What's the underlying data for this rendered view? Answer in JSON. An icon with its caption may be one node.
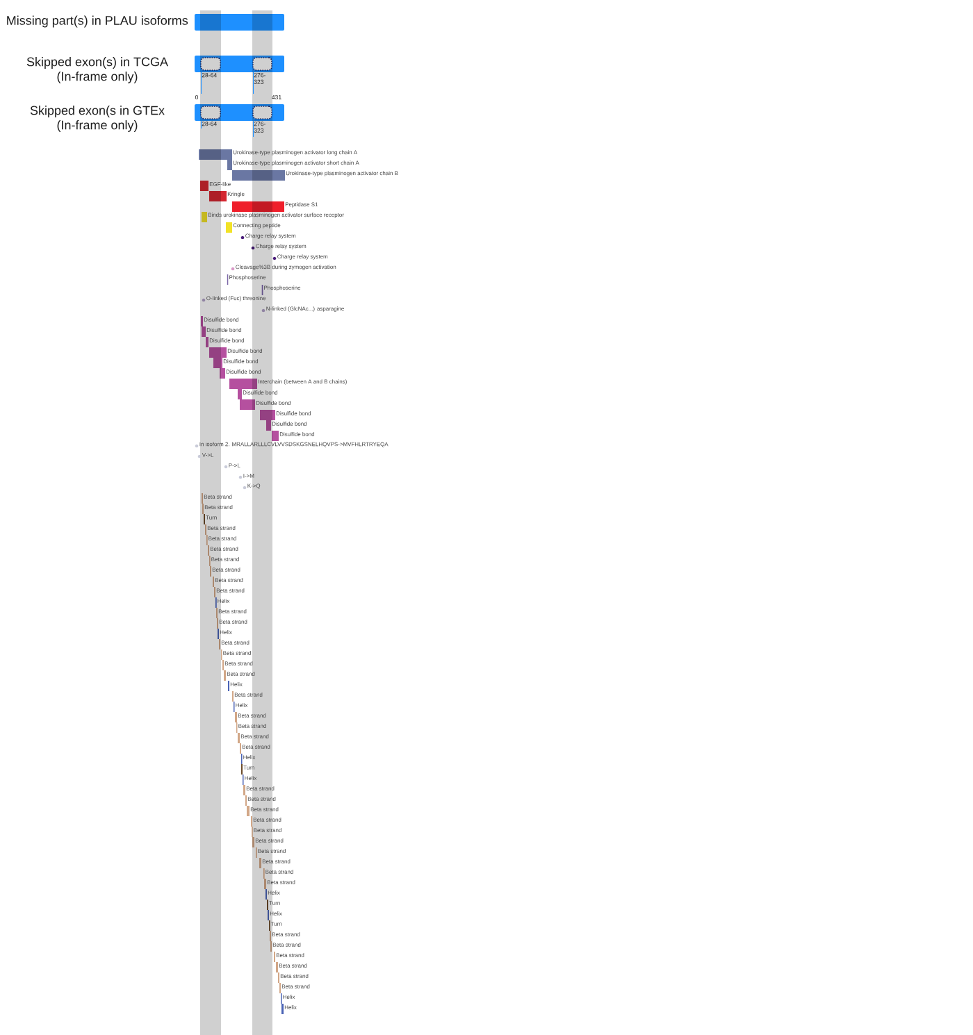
{
  "diagram": {
    "nodes": [
      {
        "text": [
          "Missing part(s) in PLAU isoforms"
        ]
      },
      {
        "text": [
          "Skipped exon(s) in TCGA (In-frame only)"
        ]
      },
      {
        "text": [],
        "shape": "box",
        "in": 1,
        "beside": [
          "28-64"
        ]
      },
      {
        "text": [],
        "shape": "box",
        "in": 1,
        "beside": [
          "276-323"
        ]
      },
      {
        "text": [
          "Skipped exon(s in GTEx (In-frame only)"
        ]
      },
      {
        "text": [],
        "shape": "box",
        "in": 4,
        "beside": [
          "28-64"
        ]
      },
      {
        "text": [],
        "shape": "box",
        "in": 4,
        "beside": [
          "276-323"
        ]
      },
      {
        "text": [],
        "shape": "bar",
        "beside": [
          "Urokinase-type plasminogen activator long chain A"
        ]
      },
      {
        "text": [],
        "shape": "bar",
        "beside": [
          "Urokinase-type plasminogen activator short chain A"
        ]
      },
      {
        "text": [],
        "shape": "bar",
        "beside": [
          "Urokinase-type plasminogen activator chain B"
        ]
      },
      {
        "text": [],
        "shape": "bar",
        "beside": [
          "EGF-like"
        ]
      },
      {
        "text": [],
        "shape": "bar",
        "beside": [
          "Kringle"
        ]
      },
      {
        "text": [],
        "shape": "bar",
        "beside": [
          "Peptidase S1"
        ]
      },
      {
        "text": [],
        "shape": "bar",
        "beside": [
          "Binds urokinase plasminogen activator surface receptor"
        ]
      },
      {
        "text": [],
        "shape": "bar",
        "beside": [
          "Connecting peptide"
        ]
      },
      {
        "text": [],
        "shape": "circle",
        "beside": [
          "Charge relay system"
        ]
      },
      {
        "text": [],
        "shape": "circle",
        "beside": [
          "Charge relay system"
        ]
      },
      {
        "text": [],
        "shape": "circle",
        "beside": [
          "Charge relay system"
        ]
      },
      {
        "text": [],
        "shape": "circle",
        "beside": [
          "Cleavage%3B during zymogen activation"
        ]
      },
      {
        "text": [],
        "shape": "bar",
        "beside": [
          "Phosphoserine"
        ]
      },
      {
        "text": [],
        "shape": "bar",
        "beside": [
          "Phosphoserine"
        ]
      },
      {
        "text": [],
        "shape": "circle",
        "beside": [
          "O-linked (Fuc) threonine"
        ]
      },
      {
        "text": [],
        "shape": "circle",
        "beside": [
          "N-linked (GlcNAc...) asparagine"
        ]
      },
      {
        "text": [],
        "shape": "bar",
        "beside": [
          "Disulfide bond"
        ]
      },
      {
        "text": [],
        "shape": "bar",
        "beside": [
          "Disulfide bond"
        ]
      },
      {
        "text": [],
        "shape": "bar",
        "beside": [
          "Disulfide bond"
        ]
      },
      {
        "text": [],
        "shape": "bar",
        "beside": [
          "Disulfide bond"
        ]
      },
      {
        "text": [],
        "shape": "bar",
        "beside": [
          "Disulfide bond"
        ]
      },
      {
        "text": [],
        "shape": "bar",
        "beside": [
          "Disulfide bond"
        ]
      },
      {
        "text": [],
        "shape": "bar",
        "beside": [
          "Interchain (between A and B chains)"
        ]
      },
      {
        "text": [],
        "shape": "bar",
        "beside": [
          "Disulfide bond"
        ]
      },
      {
        "text": [],
        "shape": "bar",
        "beside": [
          "Disulfide bond"
        ]
      },
      {
        "text": [],
        "shape": "bar",
        "beside": [
          "Disulfide bond"
        ]
      },
      {
        "text": [],
        "shape": "bar",
        "beside": [
          "Disulfide bond"
        ]
      },
      {
        "text": [],
        "shape": "bar",
        "beside": [
          "Disulfide bond"
        ]
      },
      {
        "text": [],
        "shape": "circle",
        "beside": [
          "In isoform 2. MRALLARLLLCVLVVSDSKGSNELHQVPS->MVFHLRTRYEQA"
        ]
      },
      {
        "text": [],
        "shape": "circle",
        "beside": [
          "V->L"
        ]
      },
      {
        "text": [],
        "shape": "circle",
        "beside": [
          "P->L"
        ]
      },
      {
        "text": [],
        "shape": "circle",
        "beside": [
          "I->M"
        ]
      },
      {
        "text": [],
        "shape": "circle",
        "beside": [
          "K->Q"
        ]
      },
      {
        "text": [],
        "shape": "bar",
        "beside": [
          "Beta strand"
        ]
      },
      {
        "text": [],
        "shape": "bar",
        "beside": [
          "Beta strand"
        ]
      },
      {
        "text": [],
        "shape": "bar",
        "beside": [
          "Turn"
        ]
      },
      {
        "text": [],
        "shape": "bar",
        "beside": [
          "Beta strand"
        ]
      },
      {
        "text": [],
        "shape": "bar",
        "beside": [
          "Beta strand"
        ]
      },
      {
        "text": [],
        "shape": "bar",
        "beside": [
          "Beta strand"
        ]
      },
      {
        "text": [],
        "shape": "bar",
        "beside": [
          "Beta strand"
        ]
      },
      {
        "text": [],
        "shape": "bar",
        "beside": [
          "Beta strand"
        ]
      },
      {
        "text": [],
        "shape": "bar",
        "beside": [
          "Beta strand"
        ]
      },
      {
        "text": [],
        "shape": "bar",
        "beside": [
          "Beta strand"
        ]
      },
      {
        "text": [],
        "shape": "bar",
        "beside": [
          "Helix"
        ]
      },
      {
        "text": [],
        "shape": "bar",
        "beside": [
          "Beta strand"
        ]
      },
      {
        "text": [],
        "shape": "bar",
        "beside": [
          "Beta strand"
        ]
      },
      {
        "text": [],
        "shape": "bar",
        "beside": [
          "Helix"
        ]
      },
      {
        "text": [],
        "shape": "bar",
        "beside": [
          "Beta strand"
        ]
      },
      {
        "text": [],
        "shape": "bar",
        "beside": [
          "Beta strand"
        ]
      },
      {
        "text": [],
        "shape": "bar",
        "beside": [
          "Beta strand"
        ]
      },
      {
        "text": [],
        "shape": "bar",
        "beside": [
          "Beta strand"
        ]
      },
      {
        "text": [],
        "shape": "bar",
        "beside": [
          "Helix"
        ]
      },
      {
        "text": [],
        "shape": "bar",
        "beside": [
          "Beta strand"
        ]
      },
      {
        "text": [],
        "shape": "bar",
        "beside": [
          "Helix"
        ]
      },
      {
        "text": [],
        "shape": "bar",
        "beside": [
          "Beta strand"
        ]
      },
      {
        "text": [],
        "shape": "bar",
        "beside": [
          "Beta strand"
        ]
      },
      {
        "text": [],
        "shape": "bar",
        "beside": [
          "Beta strand"
        ]
      },
      {
        "text": [],
        "shape": "bar",
        "beside": [
          "Beta strand"
        ]
      },
      {
        "text": [],
        "shape": "bar",
        "beside": [
          "Helix"
        ]
      },
      {
        "text": [],
        "shape": "bar",
        "beside": [
          "Turn"
        ]
      },
      {
        "text": [],
        "shape": "bar",
        "beside": [
          "Helix"
        ]
      },
      {
        "text": [],
        "shape": "bar",
        "beside": [
          "Beta strand"
        ]
      },
      {
        "text": [],
        "shape": "bar",
        "beside": [
          "Beta strand"
        ]
      },
      {
        "text": [],
        "shape": "bar",
        "beside": [
          "Beta strand"
        ]
      },
      {
        "text": [],
        "shape": "bar",
        "beside": [
          "Beta strand"
        ]
      },
      {
        "text": [],
        "shape": "bar",
        "beside": [
          "Beta strand"
        ]
      },
      {
        "text": [],
        "shape": "bar",
        "beside": [
          "Beta strand"
        ]
      },
      {
        "text": [],
        "shape": "bar",
        "beside": [
          "Beta strand"
        ]
      },
      {
        "text": [],
        "shape": "bar",
        "beside": [
          "Beta strand"
        ]
      },
      {
        "text": [],
        "shape": "bar",
        "beside": [
          "Beta strand"
        ]
      },
      {
        "text": [],
        "shape": "bar",
        "beside": [
          "Beta strand"
        ]
      },
      {
        "text": [],
        "shape": "bar",
        "beside": [
          "Helix"
        ]
      },
      {
        "text": [],
        "shape": "bar",
        "beside": [
          "Turn"
        ]
      },
      {
        "text": [],
        "shape": "bar",
        "beside": [
          "Helix"
        ]
      },
      {
        "text": [],
        "shape": "bar",
        "beside": [
          "Turn"
        ]
      },
      {
        "text": [],
        "shape": "bar",
        "beside": [
          "Beta strand"
        ]
      },
      {
        "text": [],
        "shape": "bar",
        "beside": [
          "Beta strand"
        ]
      },
      {
        "text": [],
        "shape": "bar",
        "beside": [
          "Beta strand"
        ]
      },
      {
        "text": [],
        "shape": "bar",
        "beside": [
          "Beta strand"
        ]
      },
      {
        "text": [],
        "shape": "bar",
        "beside": [
          "Beta strand"
        ]
      },
      {
        "text": [],
        "shape": "bar",
        "beside": [
          "Beta strand"
        ]
      },
      {
        "text": [],
        "shape": "bar",
        "beside": [
          "Helix"
        ]
      },
      {
        "text": [],
        "shape": "bar",
        "beside": [
          "Helix"
        ]
      }
    ],
    "labels": [
      "0",
      "431"
    ]
  }
}
